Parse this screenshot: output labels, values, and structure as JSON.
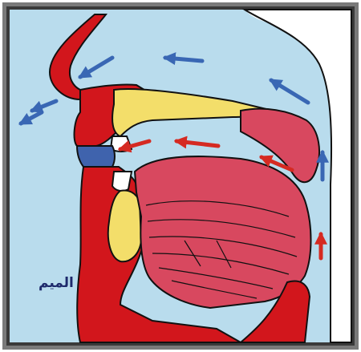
{
  "caption": "الميم",
  "colors": {
    "frame": "#5a5a5a",
    "background": "#b9dced",
    "tissue_red": "#d2161c",
    "tongue_pink": "#d8485f",
    "bone_yellow": "#f3de6a",
    "teeth": "#ffffff",
    "lips_band": "#3f63ad",
    "outline": "#111111",
    "airflow_blue": "#3967b4",
    "airflow_red": "#d52a22"
  },
  "airflow": {
    "nasal_arrows": 5,
    "oral_arrows": 3,
    "throat_up_arrow": "red",
    "pharynx_arrows": "blue"
  }
}
